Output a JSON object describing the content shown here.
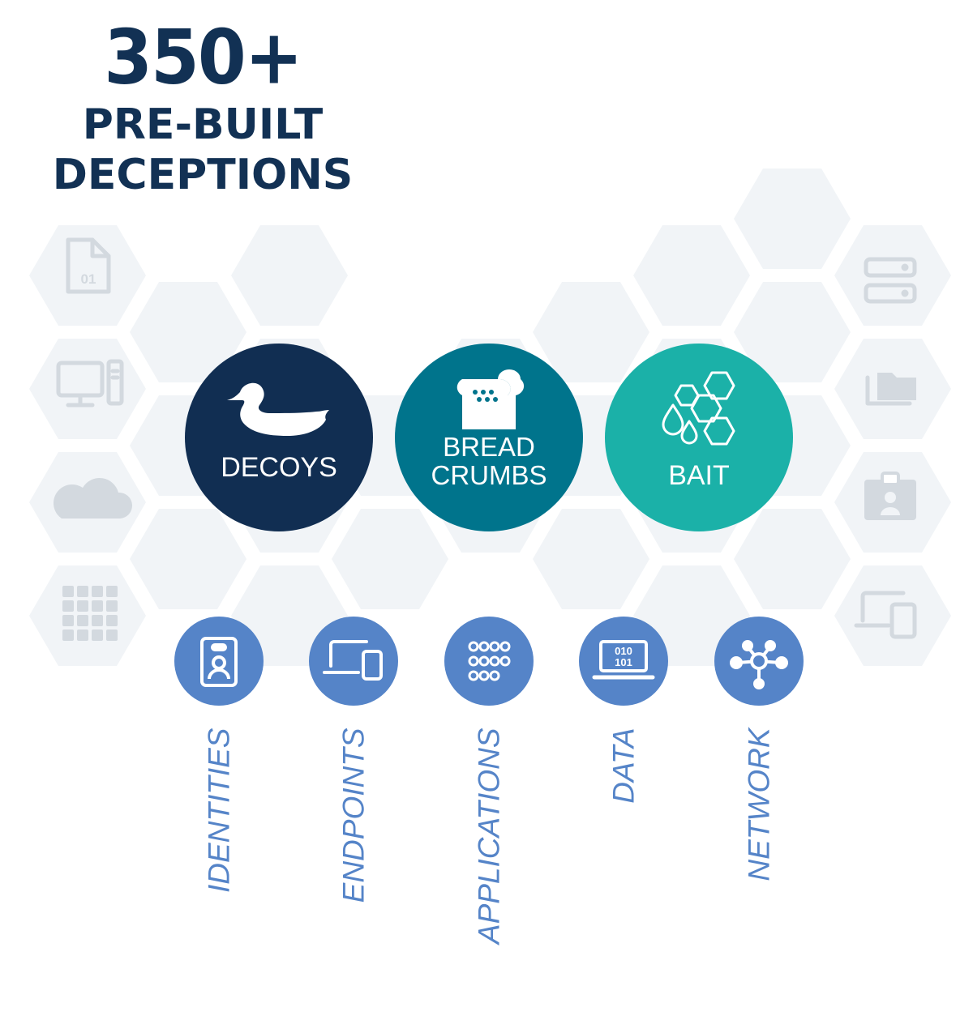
{
  "headline": {
    "count": "350+",
    "line1": "PRE-BUILT",
    "line2": "DECEPTIONS"
  },
  "categories": [
    {
      "label": "DECOYS",
      "icon": "duck-icon",
      "color": "#112e52"
    },
    {
      "label_line1": "BREAD",
      "label_line2": "CRUMBS",
      "icon": "bread-icon",
      "color": "#00748c"
    },
    {
      "label": "BAIT",
      "icon": "honeycomb-drops-icon",
      "color": "#1bb1a8"
    }
  ],
  "targets": [
    {
      "label": "IDENTITIES",
      "icon": "id-badge-icon"
    },
    {
      "label": "ENDPOINTS",
      "icon": "devices-icon"
    },
    {
      "label": "APPLICATIONS",
      "icon": "app-grid-icon"
    },
    {
      "label": "DATA",
      "icon": "binary-laptop-icon"
    },
    {
      "label": "NETWORK",
      "icon": "network-node-icon"
    }
  ],
  "background_icons": [
    "file-binary-icon",
    "desktop-computer-icon",
    "cloud-icon",
    "grid-icon",
    "server-icon",
    "folders-icon",
    "id-card-icon",
    "devices-icon"
  ],
  "colors": {
    "navy": "#123154",
    "target_blue": "#5584c8",
    "hex_fill": "#f1f4f7",
    "bg_icon": "#d3d9df"
  }
}
